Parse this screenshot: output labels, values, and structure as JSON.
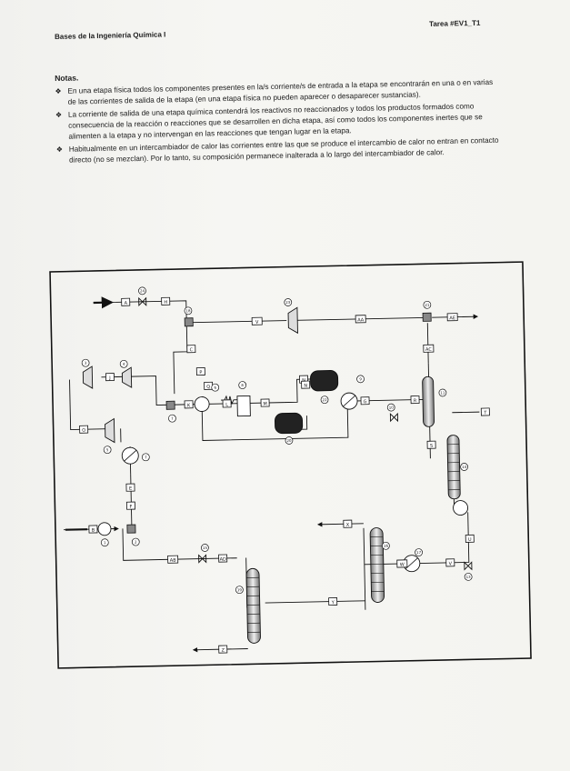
{
  "header": {
    "course": "Bases de la Ingeniería Química I",
    "task": "Tarea #EV1_T1"
  },
  "notes": {
    "title": "Notas.",
    "bullet_symbol": "❖",
    "items": [
      "En una etapa física todos los componentes presentes en la/s corriente/s de entrada a la etapa se encontrarán en una o en varias de las corrientes de salida de la etapa (en una etapa física no pueden aparecer o desaparecer sustancias).",
      "La corriente de salida de una etapa química contendrá los reactivos no reaccionados y todos los productos formados como consecuencia de la reacción o reacciones que se desarrollen en dicha etapa, así como todos los componentes inertes que se alimenten a la etapa y no intervengan en las reacciones que tengan lugar en la etapa.",
      "Habitualmente en un intercambiador de calor las corrientes entre las que se produce el intercambio de calor no entran en contacto directo (no se mezclan). Por lo tanto, su composición permanece inalterada a lo largo del intercambiador de calor."
    ]
  },
  "diagram": {
    "stream_labels": [
      "A",
      "H",
      "J",
      "I",
      "K",
      "L",
      "M",
      "N",
      "O",
      "G",
      "E",
      "D",
      "C",
      "B",
      "F",
      "P",
      "Q",
      "R",
      "S",
      "T",
      "U",
      "V",
      "W",
      "X",
      "Y",
      "Z",
      "AA",
      "AB",
      "AC",
      "AD",
      "AE"
    ],
    "unit_numbers": [
      "1",
      "2",
      "3",
      "4",
      "5",
      "6",
      "7",
      "8",
      "9",
      "10",
      "11",
      "12",
      "13",
      "14",
      "15",
      "16",
      "17",
      "18",
      "19",
      "20",
      "21",
      "22",
      "23",
      "24",
      "25"
    ]
  }
}
